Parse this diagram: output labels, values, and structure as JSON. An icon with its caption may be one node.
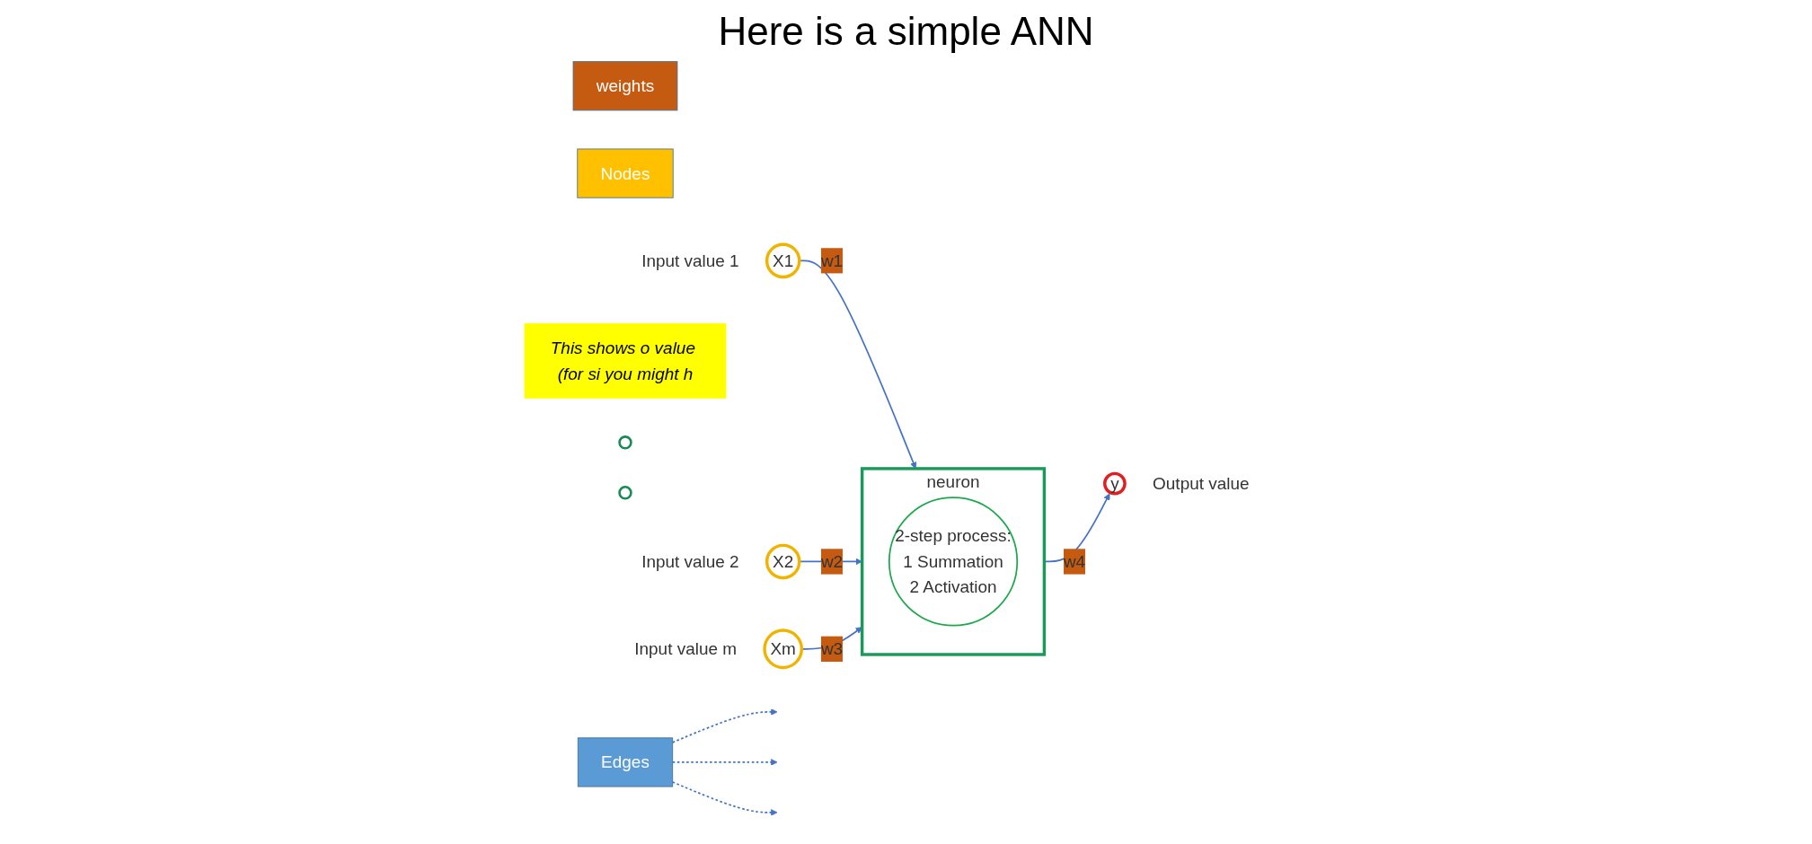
{
  "diagram": {
    "title": "Here is a simple ANN",
    "nodes": [
      {
        "text": [
          "X1"
        ],
        "beside": [
          "Input value 1"
        ]
      },
      {
        "text": [
          "X2"
        ],
        "beside": [
          "Input value 2"
        ]
      },
      {
        "text": [
          "Xm"
        ],
        "beside": [
          "Input value m"
        ]
      },
      {
        "text": [
          "neuron"
        ]
      },
      {
        "text": [
          "2-step process:",
          "1 Summation",
          "2 Activation"
        ],
        "in": 3
      },
      {
        "text": [
          "y"
        ],
        "beside": [
          "Output value"
        ]
      },
      {
        "text": [
          "weights"
        ]
      },
      {
        "text": [
          "Nodes"
        ]
      },
      {
        "text": [
          "Edges"
        ]
      },
      {
        "text": [
          "This shows o value (for si you might h"
        ]
      },
      {
        "text": [],
        "shape": "circle"
      },
      {
        "text": [],
        "shape": "circle"
      }
    ],
    "edges": [
      {
        "from": 0,
        "to": 3,
        "arrow": "to",
        "label": "w1"
      },
      {
        "from": 1,
        "to": 3,
        "arrow": "to",
        "label": "w2"
      },
      {
        "from": 2,
        "to": 3,
        "arrow": "to",
        "label": "w3"
      },
      {
        "from": 3,
        "to": 5,
        "arrow": "to",
        "label": "w4"
      },
      {
        "from": 8,
        "to": null,
        "arrow": "to",
        "style": "dashed"
      },
      {
        "from": 8,
        "to": null,
        "arrow": "to",
        "style": "dashed"
      },
      {
        "from": 8,
        "to": null,
        "arrow": "to",
        "style": "dashed"
      }
    ]
  }
}
